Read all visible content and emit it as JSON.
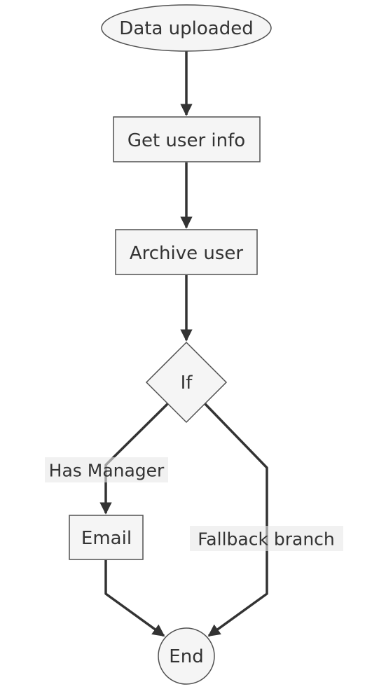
{
  "diagram": {
    "nodes": {
      "start": {
        "label": "Data uploaded",
        "shape": "ellipse"
      },
      "get_user_info": {
        "label": "Get user info",
        "shape": "rect"
      },
      "archive_user": {
        "label": "Archive user",
        "shape": "rect"
      },
      "if": {
        "label": "If",
        "shape": "diamond"
      },
      "email": {
        "label": "Email",
        "shape": "rect"
      },
      "end": {
        "label": "End",
        "shape": "circle"
      }
    },
    "edges": [
      {
        "from": "start",
        "to": "get_user_info",
        "label": ""
      },
      {
        "from": "get_user_info",
        "to": "archive_user",
        "label": ""
      },
      {
        "from": "archive_user",
        "to": "if",
        "label": ""
      },
      {
        "from": "if",
        "to": "email",
        "label": "Has Manager"
      },
      {
        "from": "if",
        "to": "end",
        "label": "Fallback branch"
      },
      {
        "from": "email",
        "to": "end",
        "label": ""
      }
    ],
    "colors": {
      "node_fill": "#f5f5f5",
      "node_stroke": "#505050",
      "edge": "#333333",
      "text": "#333333",
      "label_bg": "#e8e8e8"
    }
  }
}
